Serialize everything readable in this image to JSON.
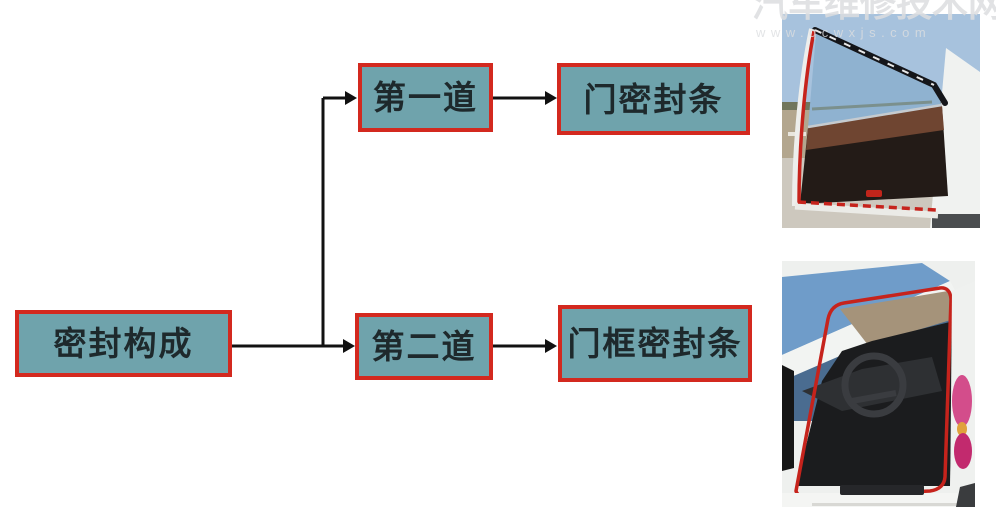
{
  "diagram": {
    "nodes": {
      "root": "密封构成",
      "first": "第一道",
      "first_result": "门密封条",
      "second": "第二道",
      "second_result": "门框密封条"
    }
  },
  "watermark": {
    "site_name": "汽车维修技术网",
    "site_url": "www.qcwxjs.com"
  },
  "colors": {
    "box_fill": "#6FA3AC",
    "box_border": "#D3291F",
    "box_text": "#1E292C",
    "connector": "#111111",
    "seal_red": "#C6231C",
    "watermark": "#DCDEE0"
  }
}
